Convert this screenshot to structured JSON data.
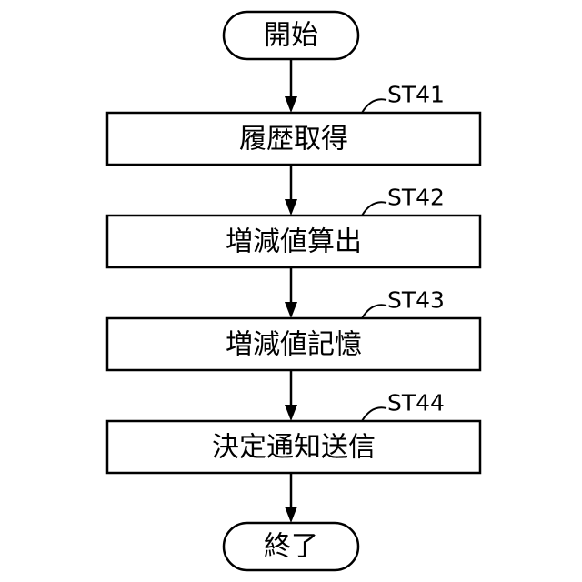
{
  "flowchart": {
    "start": {
      "label": "開始"
    },
    "steps": [
      {
        "id": "ST41",
        "label": "履歴取得"
      },
      {
        "id": "ST42",
        "label": "増減値算出"
      },
      {
        "id": "ST43",
        "label": "増減値記憶"
      },
      {
        "id": "ST44",
        "label": "決定通知送信"
      }
    ],
    "end": {
      "label": "終了"
    }
  },
  "colors": {
    "stroke": "#000000",
    "fill": "#ffffff",
    "text": "#000000"
  }
}
